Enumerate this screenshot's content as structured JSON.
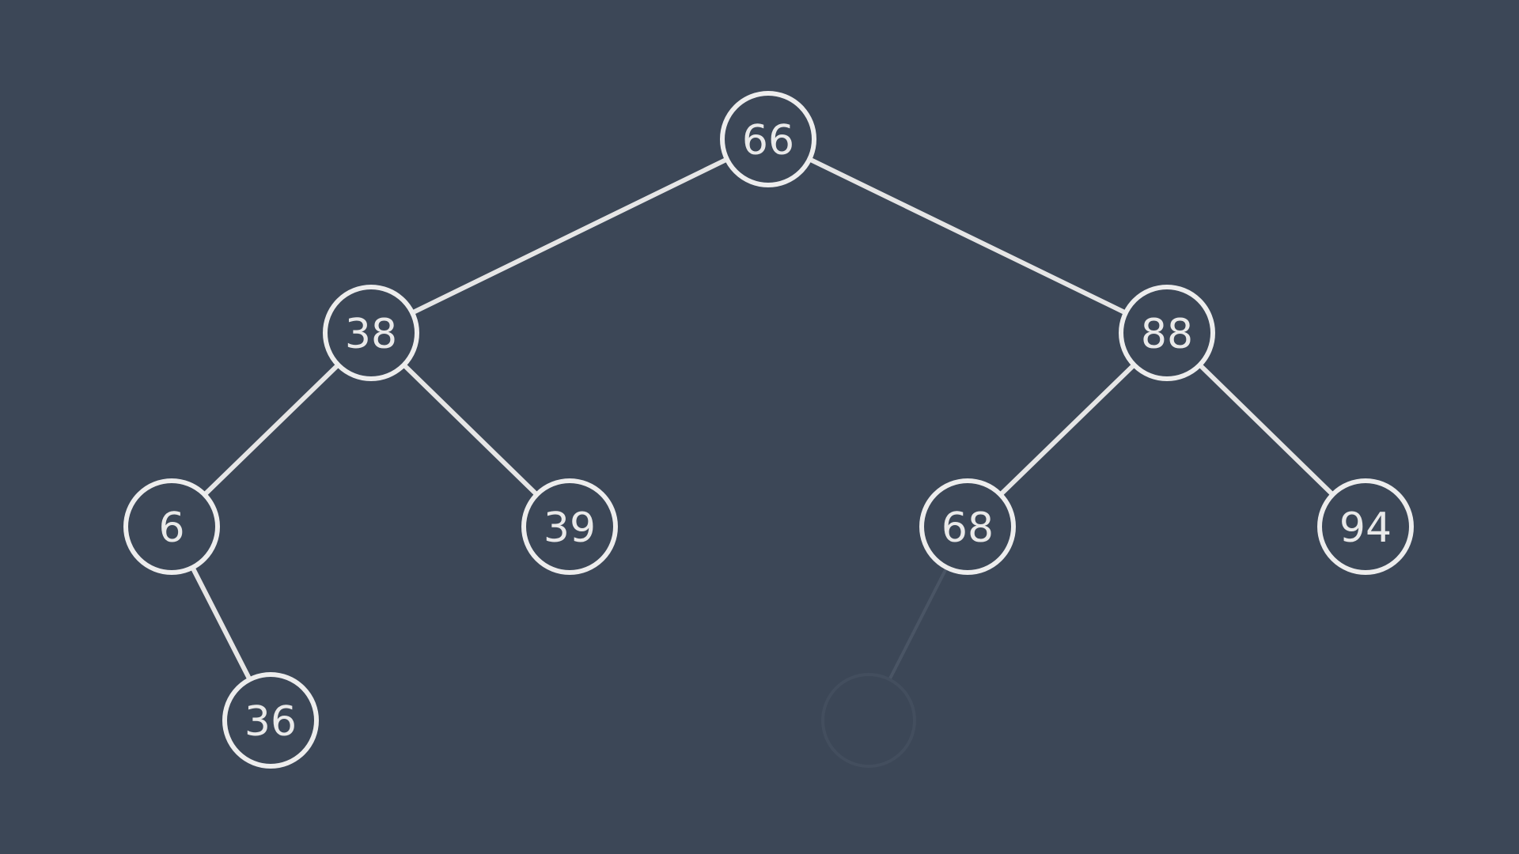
{
  "tree": {
    "nodes": [
      {
        "id": "n66",
        "label": "66",
        "parent": null
      },
      {
        "id": "n38",
        "label": "38",
        "parent": "n66"
      },
      {
        "id": "n88",
        "label": "88",
        "parent": "n66"
      },
      {
        "id": "n6",
        "label": "6",
        "parent": "n38"
      },
      {
        "id": "n39",
        "label": "39",
        "parent": "n38"
      },
      {
        "id": "n68",
        "label": "68",
        "parent": "n88"
      },
      {
        "id": "n94",
        "label": "94",
        "parent": "n88"
      },
      {
        "id": "n36",
        "label": "36",
        "parent": "n6"
      },
      {
        "id": "nghost",
        "label": "",
        "parent": "n68",
        "faded": true
      }
    ]
  },
  "colors": {
    "background": "#3c4757",
    "node_stroke": "#ededed",
    "edge": "#e6e6e6",
    "text": "#e9e9e9"
  }
}
